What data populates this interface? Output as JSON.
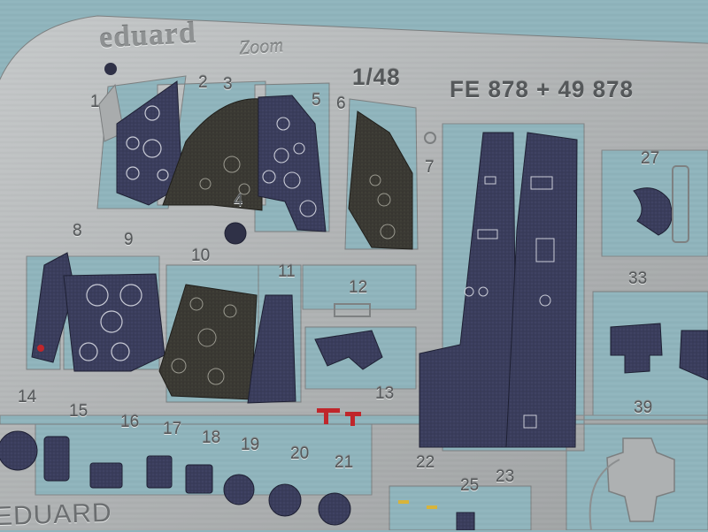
{
  "fret": {
    "brand": "eduard",
    "sub_brand": "Zoom",
    "scale": "1/48",
    "product_code": "FE 878 + 49 878",
    "bottom_brand": "EDUARD",
    "part_numbers": [
      "1",
      "2",
      "3",
      "4",
      "5",
      "6",
      "7",
      "8",
      "9",
      "10",
      "11",
      "12",
      "13",
      "14",
      "15",
      "16",
      "17",
      "18",
      "19",
      "20",
      "21",
      "22",
      "23",
      "25",
      "27",
      "33",
      "39"
    ]
  },
  "colors": {
    "background": "#8fb4bc",
    "metal": "#b4b7b8",
    "panel_blue": "#3a3d5c",
    "panel_brown": "#3b3a35",
    "accent_red": "#c0262b",
    "accent_yellow": "#d8b43a"
  }
}
